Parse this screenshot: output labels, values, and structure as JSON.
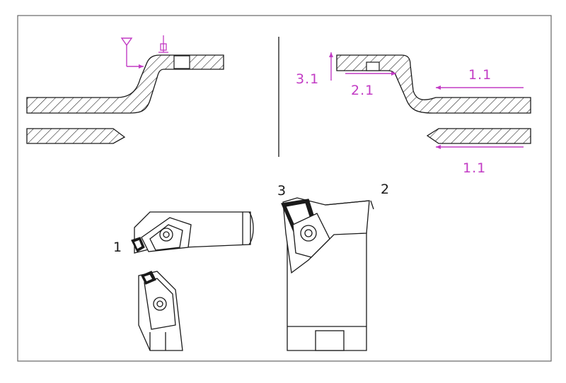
{
  "labels": {
    "op_3_1": "3.1",
    "op_2_1": "2.1",
    "op_1_1_top": "1.1",
    "op_1_1_bottom": "1.1",
    "tool_1": "1",
    "tool_2": "2",
    "tool_3": "3"
  },
  "colors": {
    "annotation": "#c23bc4",
    "line": "#1a1a1a",
    "frame": "#555555",
    "background": "#ffffff"
  }
}
